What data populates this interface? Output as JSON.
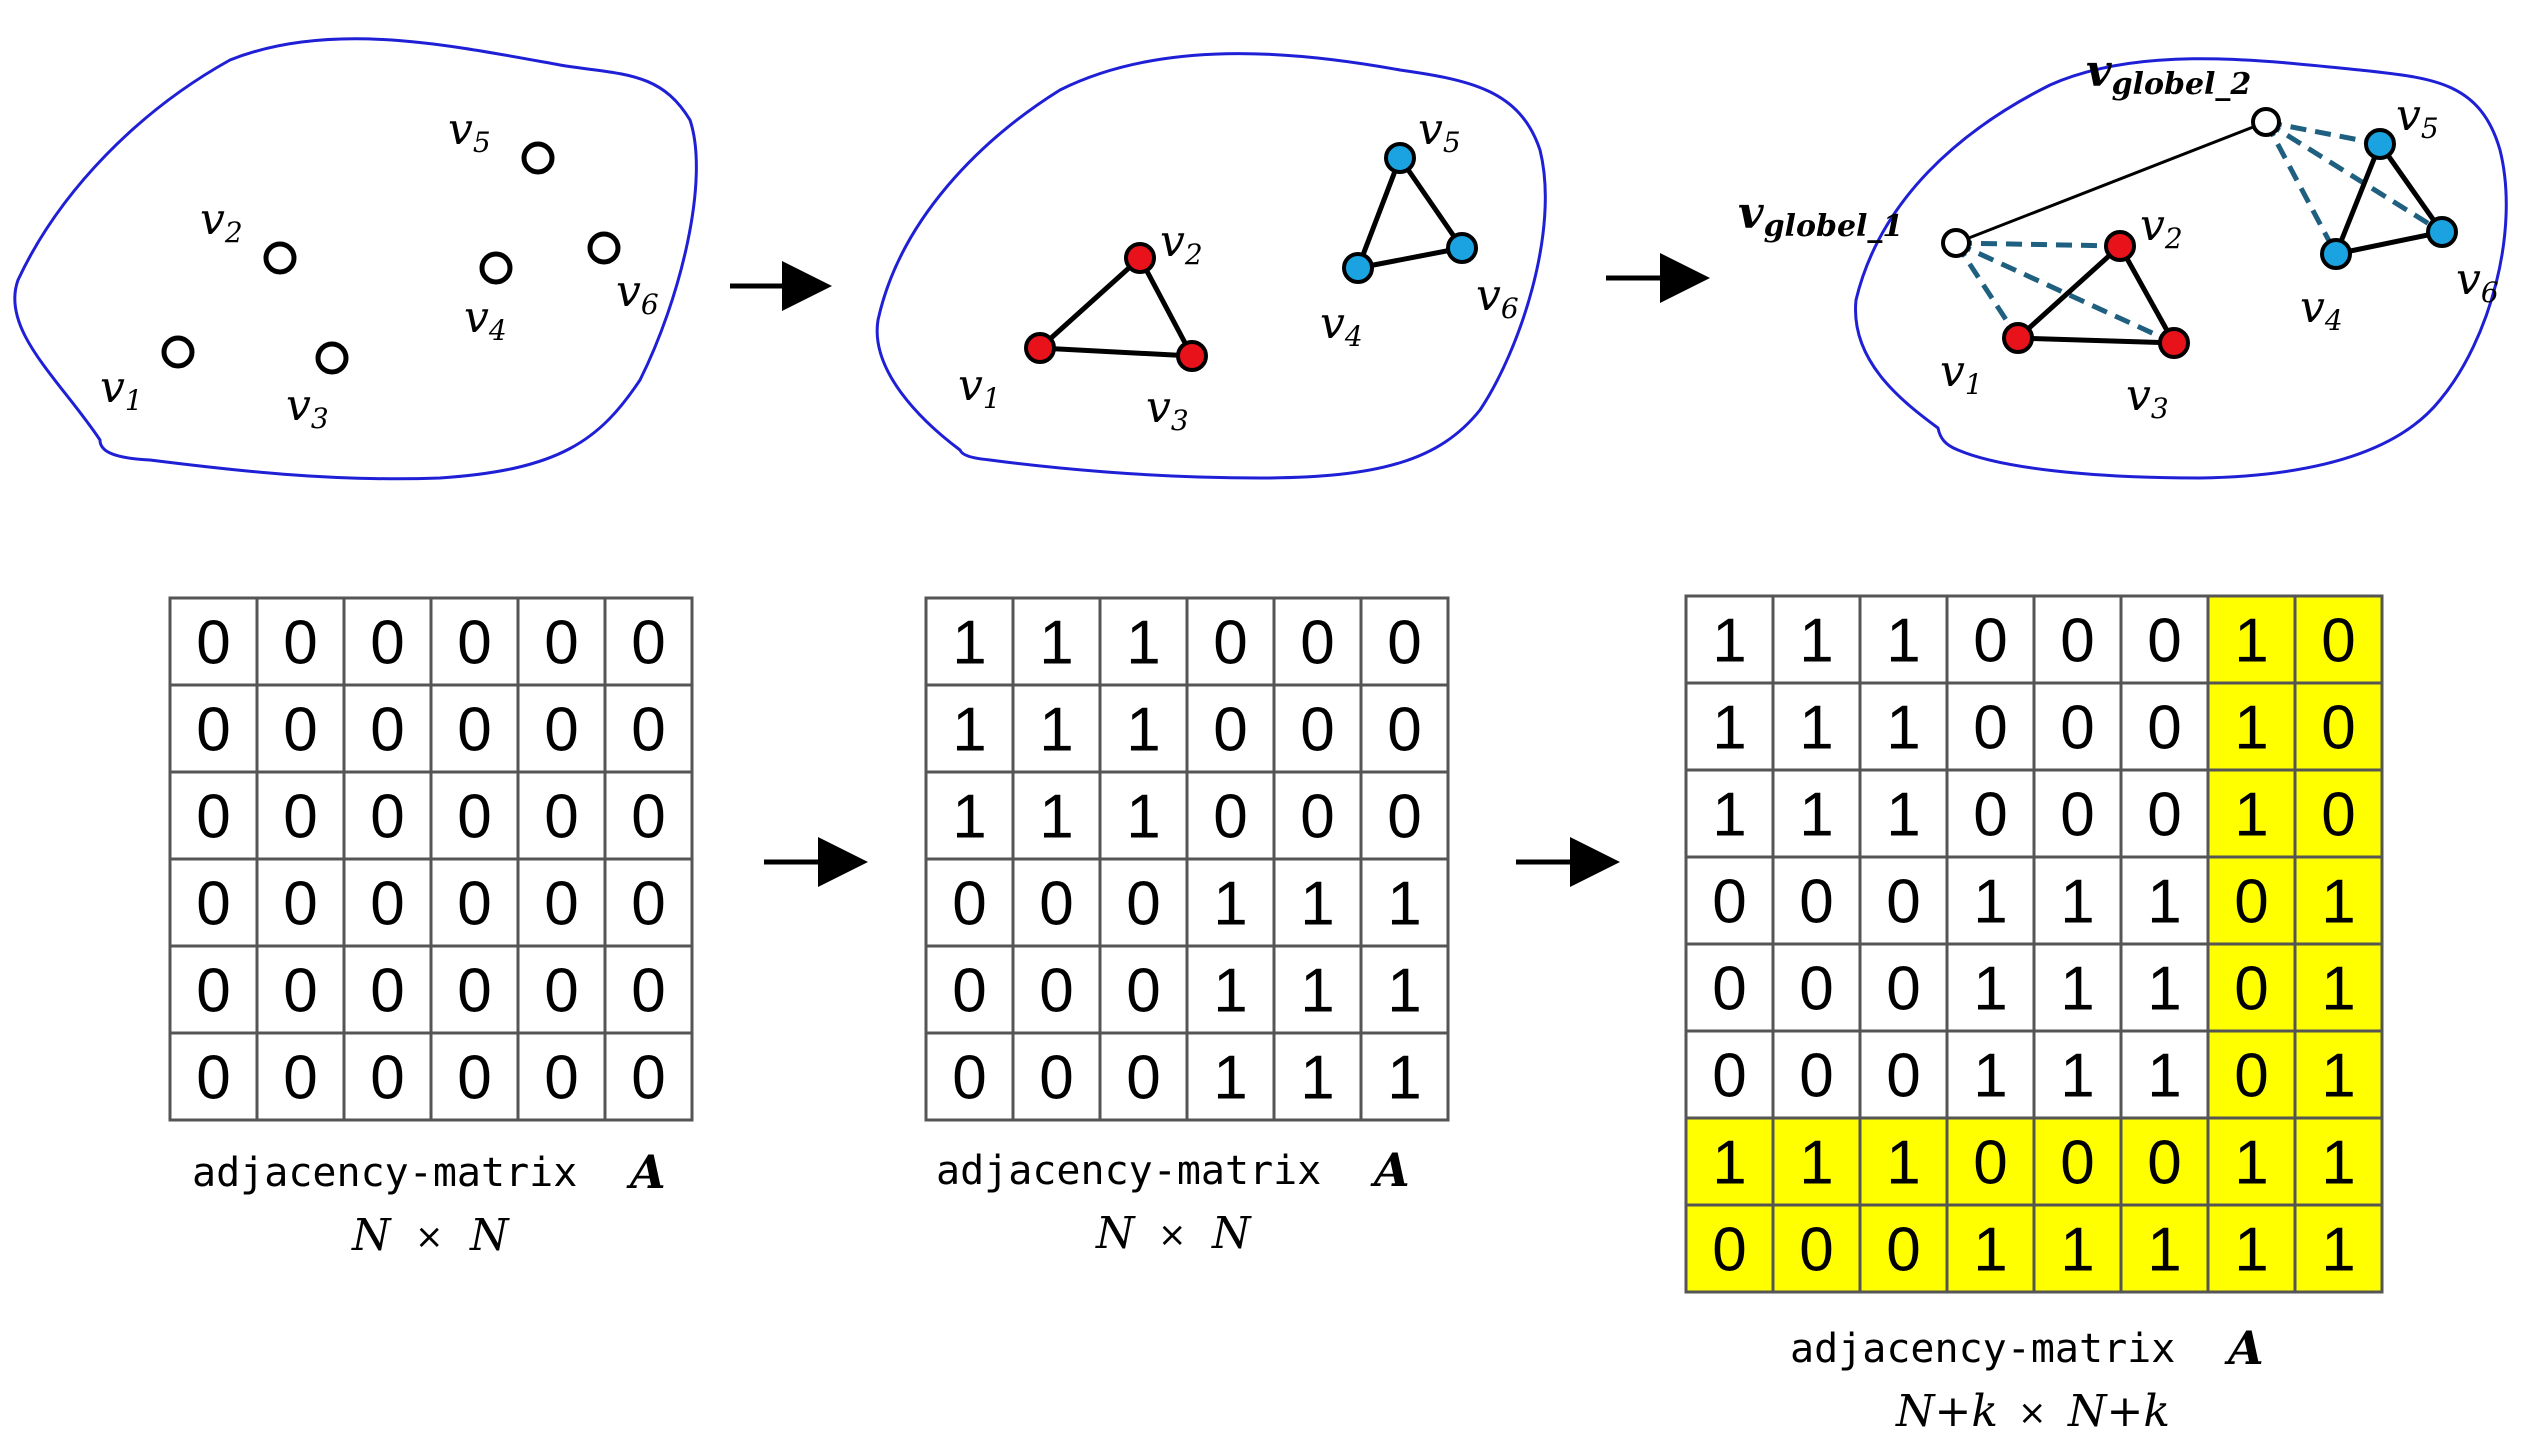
{
  "colors": {
    "outline": "#1f1fd6",
    "node_red": "#e8121b",
    "node_blue": "#1aa3e0",
    "dash": "#1f5f80",
    "highlight": "#ffff00",
    "grid": "#555555"
  },
  "graphs": [
    {
      "nodes": [
        {
          "label": "v",
          "sub": "1"
        },
        {
          "label": "v",
          "sub": "2"
        },
        {
          "label": "v",
          "sub": "3"
        },
        {
          "label": "v",
          "sub": "4"
        },
        {
          "label": "v",
          "sub": "5"
        },
        {
          "label": "v",
          "sub": "6"
        }
      ]
    },
    {
      "nodes": [
        {
          "label": "v",
          "sub": "1"
        },
        {
          "label": "v",
          "sub": "2"
        },
        {
          "label": "v",
          "sub": "3"
        },
        {
          "label": "v",
          "sub": "4"
        },
        {
          "label": "v",
          "sub": "5"
        },
        {
          "label": "v",
          "sub": "6"
        }
      ]
    },
    {
      "nodes": [
        {
          "label": "v",
          "sub": "1"
        },
        {
          "label": "v",
          "sub": "2"
        },
        {
          "label": "v",
          "sub": "3"
        },
        {
          "label": "v",
          "sub": "4"
        },
        {
          "label": "v",
          "sub": "5"
        },
        {
          "label": "v",
          "sub": "6"
        }
      ],
      "global_nodes": [
        {
          "label": "v",
          "sub": "globel_1"
        },
        {
          "label": "v",
          "sub": "globel_2"
        }
      ]
    }
  ],
  "matrices": [
    {
      "rows": [
        [
          "0",
          "0",
          "0",
          "0",
          "0",
          "0"
        ],
        [
          "0",
          "0",
          "0",
          "0",
          "0",
          "0"
        ],
        [
          "0",
          "0",
          "0",
          "0",
          "0",
          "0"
        ],
        [
          "0",
          "0",
          "0",
          "0",
          "0",
          "0"
        ],
        [
          "0",
          "0",
          "0",
          "0",
          "0",
          "0"
        ],
        [
          "0",
          "0",
          "0",
          "0",
          "0",
          "0"
        ]
      ],
      "caption": {
        "name": "adjacency-matrix",
        "symbol": "A",
        "dim_left": "N",
        "times": "×",
        "dim_right": "N"
      }
    },
    {
      "rows": [
        [
          "1",
          "1",
          "1",
          "0",
          "0",
          "0"
        ],
        [
          "1",
          "1",
          "1",
          "0",
          "0",
          "0"
        ],
        [
          "1",
          "1",
          "1",
          "0",
          "0",
          "0"
        ],
        [
          "0",
          "0",
          "0",
          "1",
          "1",
          "1"
        ],
        [
          "0",
          "0",
          "0",
          "1",
          "1",
          "1"
        ],
        [
          "0",
          "0",
          "0",
          "1",
          "1",
          "1"
        ]
      ],
      "caption": {
        "name": "adjacency-matrix",
        "symbol": "A",
        "dim_left": "N",
        "times": "×",
        "dim_right": "N"
      }
    },
    {
      "rows": [
        [
          "1",
          "1",
          "1",
          "0",
          "0",
          "0",
          "1",
          "0"
        ],
        [
          "1",
          "1",
          "1",
          "0",
          "0",
          "0",
          "1",
          "0"
        ],
        [
          "1",
          "1",
          "1",
          "0",
          "0",
          "0",
          "1",
          "0"
        ],
        [
          "0",
          "0",
          "0",
          "1",
          "1",
          "1",
          "0",
          "1"
        ],
        [
          "0",
          "0",
          "0",
          "1",
          "1",
          "1",
          "0",
          "1"
        ],
        [
          "0",
          "0",
          "0",
          "1",
          "1",
          "1",
          "0",
          "1"
        ],
        [
          "1",
          "1",
          "1",
          "0",
          "0",
          "0",
          "1",
          "1"
        ],
        [
          "0",
          "0",
          "0",
          "1",
          "1",
          "1",
          "1",
          "1"
        ]
      ],
      "highlight_from_index": 6,
      "caption": {
        "name": "adjacency-matrix",
        "symbol": "A",
        "dim_left": "N+k",
        "times": "×",
        "dim_right": "N+k"
      }
    }
  ]
}
